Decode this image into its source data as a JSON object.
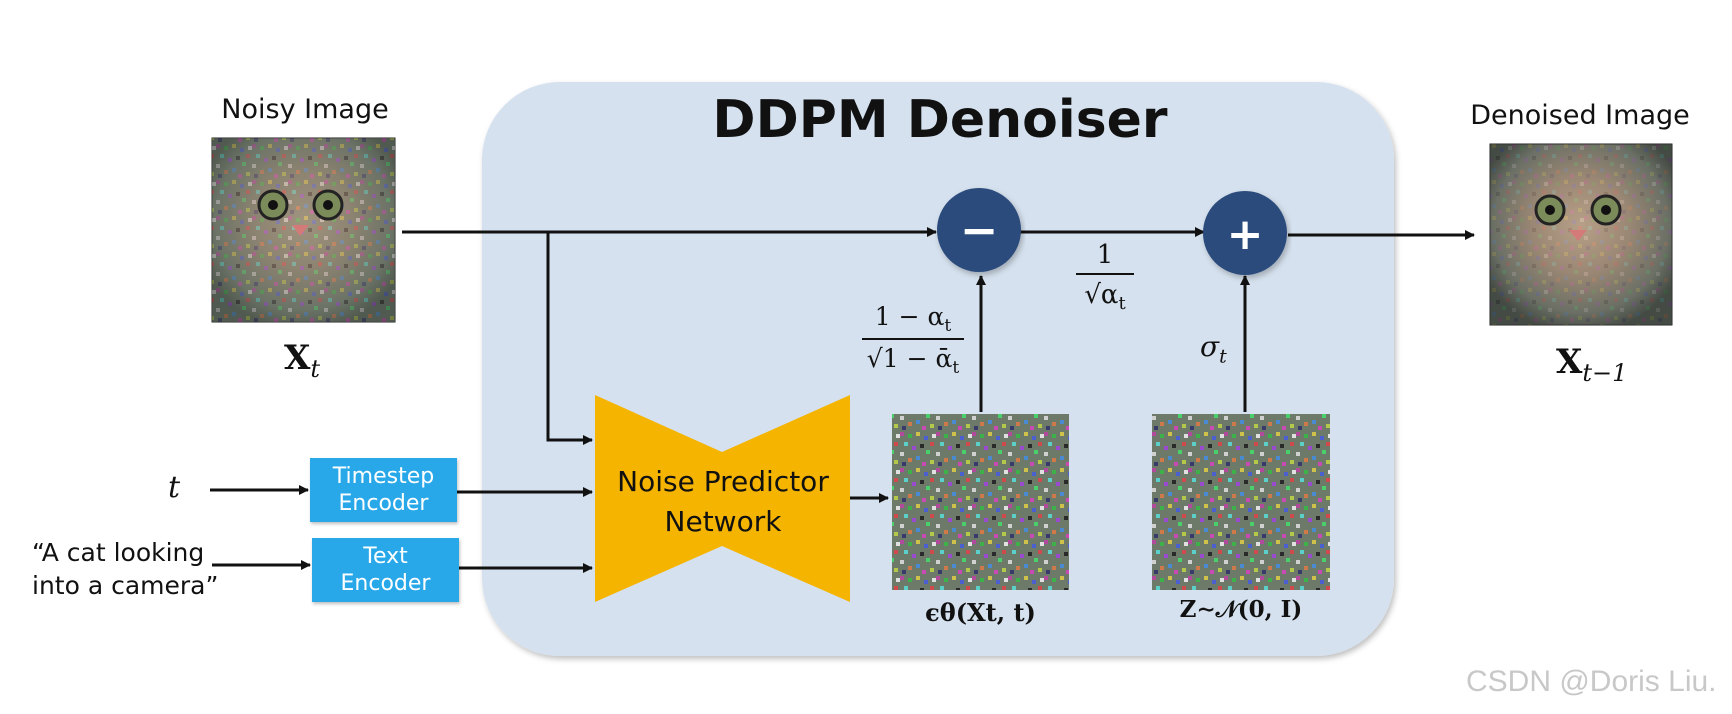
{
  "title": "DDPM Denoiser",
  "inputs": {
    "noisy_image_caption": "Noisy Image",
    "noisy_image_symbol": "X",
    "noisy_image_subscript": "t",
    "denoised_image_caption": "Denoised Image",
    "denoised_image_symbol": "X",
    "denoised_image_subscript": "t−1",
    "timestep_input": "t",
    "text_prompt_line1": "“A cat looking",
    "text_prompt_line2": "into a camera”"
  },
  "encoders": {
    "timestep_line1": "Timestep",
    "timestep_line2": "Encoder",
    "text_line1": "Text",
    "text_line2": "Encoder"
  },
  "network": {
    "line1": "Noise Predictor",
    "line2": "Network"
  },
  "operators": {
    "minus": "−",
    "plus": "+"
  },
  "coefficients": {
    "minus_numerator": "1 − α",
    "minus_numerator_sub": "t",
    "minus_denominator": "√1 − ᾱ",
    "minus_denominator_sub": "t",
    "scale_numerator": "1",
    "scale_denominator": "√α",
    "scale_denominator_sub": "t",
    "sigma": "σ",
    "sigma_sub": "t"
  },
  "noise_labels": {
    "predicted": "ϵθ(Xt, t)",
    "sampled": "Z∼𝒩(0, I)"
  },
  "watermark": "CSDN @Doris Liu.",
  "colors": {
    "panel": "#d5e1ee",
    "operator": "#2c4c7c",
    "network": "#f5b400",
    "encoder": "#29a8e9"
  }
}
